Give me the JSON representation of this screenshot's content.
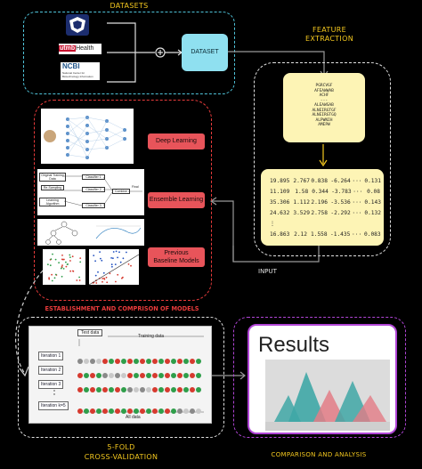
{
  "datasets": {
    "title": "DATASETS",
    "logos": [
      "utmb Health",
      "NCBI",
      "National Center for Biotechnology Information"
    ],
    "dataset_label": "DATASET"
  },
  "feature_extraction": {
    "title_line1": "FEATURE",
    "title_line2": "EXTRACTION",
    "sequence_lines": [
      "PGRCVGF",
      "AFEAWWAB",
      "ACHF",
      "---",
      "ALEAWSAB",
      "ALNEIRGTGF",
      "ALNEIRGTGQ",
      "ALPWNIH",
      "AMEPW"
    ],
    "matrix_rows": [
      [
        "19.895",
        "2.767",
        "0.838",
        "-6.264",
        "···",
        "0.131"
      ],
      [
        "11.109",
        "1.58",
        "0.344",
        "-3.783",
        "···",
        "0.08"
      ],
      [
        "35.306",
        "1.112",
        "2.196",
        "-3.536",
        "···",
        "0.143"
      ],
      [
        "24.632",
        "3.529",
        "2.758",
        "-2.292",
        "···",
        "0.132"
      ],
      [
        "⋮",
        "",
        "",
        "",
        "",
        ""
      ],
      [
        "16.863",
        "2.12",
        "1.558",
        "-1.435",
        "···",
        "0.083"
      ]
    ]
  },
  "models": {
    "deep_learning": "Deep Learning",
    "ensemble_learning": "Ensemble Learning",
    "previous_line1": "Previous",
    "previous_line2": "Baseline Models",
    "caption": "ESTABLISHMENT AND COMPRISON OF MODELS",
    "ensemble_diagram": {
      "original_training_data": "Original Training Data",
      "classifier1": "Classifier 1",
      "classifier2": "Classifier 2",
      "classifier3": "Classifier 3",
      "re_sampling": "Re-Sampling",
      "learning_algorithm": "Learning Algorithm",
      "final": "Final",
      "combine": "Combine"
    }
  },
  "input_label": "INPUT",
  "cross_validation": {
    "test_data": "Test data",
    "training_data": "Training data",
    "iterations": [
      "Iteration 1",
      "Iteration 2",
      "Iteration 3",
      "Iteration k=5"
    ],
    "all_data": "All data",
    "caption_line1": "5-FOLD",
    "caption_line2": "CROSS-VALIDATION"
  },
  "results": {
    "title": "Results",
    "caption": "COMPARISON AND ANALYSIS"
  },
  "colors": {
    "accent_yellow": "#f4c81f",
    "cyan_border": "#4fc3d9",
    "red_border": "#e83b3b",
    "white_border": "#e0e0e0",
    "purple_border": "#b045d6",
    "red_button": "#e8545a",
    "yellow_card": "#fdf4b5",
    "dataset_box": "#8fe0f0"
  }
}
